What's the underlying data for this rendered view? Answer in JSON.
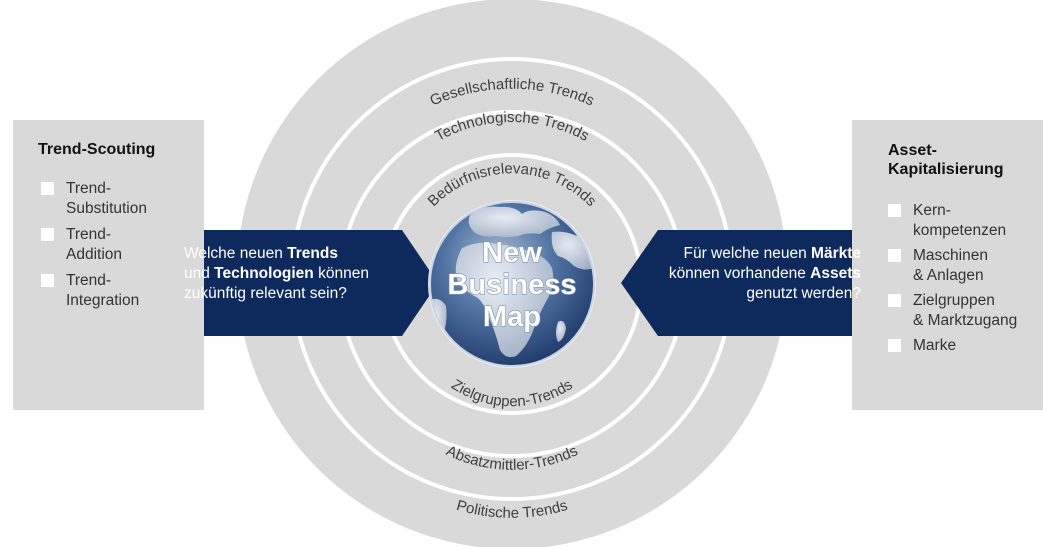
{
  "rings": {
    "outer": [
      "Gesellschaftliche Trends",
      "Politische Trends"
    ],
    "middle": [
      "Technologische Trends",
      "Absatzmittler-Trends"
    ],
    "inner": [
      "Bedürfnisrelevante Trends",
      "Zielgruppen-Trends"
    ]
  },
  "center": {
    "line1": "New",
    "line2": "Business",
    "line3": "Map"
  },
  "left_panel": {
    "title": "Trend-Scouting",
    "items": [
      {
        "line1": "Trend-",
        "line2": "Substitution"
      },
      {
        "line1": "Trend-",
        "line2": "Addition"
      },
      {
        "line1": "Trend-",
        "line2": "Integration"
      }
    ]
  },
  "right_panel": {
    "title_line1": "Asset-",
    "title_line2": "Kapitalisierung",
    "items": [
      {
        "line1": "Kern-",
        "line2": "kompetenzen"
      },
      {
        "line1": "Maschinen",
        "line2": "& Anlagen"
      },
      {
        "line1": "Zielgruppen",
        "line2": "& Marktzugang"
      },
      {
        "line1": "Marke",
        "line2": ""
      }
    ]
  },
  "left_question": {
    "t1": "Welche neuen ",
    "b1": "Trends",
    "t2": "und ",
    "b2": "Technologien",
    "t3": " können",
    "t4": "zukünftig relevant sein?"
  },
  "right_question": {
    "t1": "Für welche neuen ",
    "b1": "Märkte",
    "t2": "können vorhandene ",
    "b2": "Assets",
    "t3": "genutzt werden?"
  },
  "colors": {
    "ring_fill": "#d9d9d9",
    "ring_line": "#ffffff",
    "arrow_fill": "#0e2a5c",
    "globe_ocean": "#3d5e8f",
    "globe_land": "#c8d2e0",
    "text_dark": "#404040"
  }
}
